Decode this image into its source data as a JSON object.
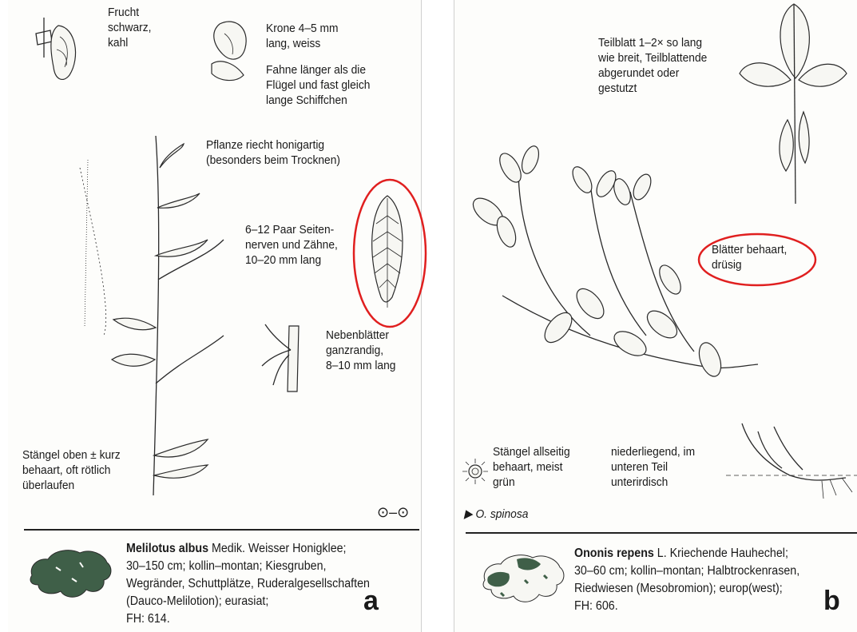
{
  "panel_a": {
    "labels": {
      "frucht": "Frucht\nschwarz,\nkahl",
      "krone": "Krone 4–5 mm\nlang, weiss",
      "fahne": "Fahne länger als die\nFlügel und fast gleich\nlange Schiffchen",
      "pflanze": "Pflanze riecht honigartig\n(besonders beim Trocknen)",
      "seitennerven": "6–12 Paar Seiten-\nnerven und Zähne,\n10–20 mm lang",
      "nebenblaetter": "Nebenblätter\nganzrandig,\n8–10 mm lang",
      "staengel": "Stängel oben ± kurz\nbehaart, oft rötlich\nüberlaufen"
    },
    "lifeform_symbol": "⊙–⊙",
    "species_bold": "Melilotus albus",
    "species_text": " Medik. Weisser Honigklee;",
    "desc_lines": [
      "30–150 cm; kollin–montan; Kiesgruben,",
      "Wegränder, Schuttplätze, Ruderalgesellschaften",
      "(Dauco-Melilotion); eurasiat;",
      "FH: 614."
    ],
    "panel_letter": "a"
  },
  "panel_b": {
    "labels": {
      "teilblatt": "Teilblatt 1–2× so lang\nwie breit, Teilblattende\nabgerundet oder\ngestutzt",
      "blaetter": "Blätter behaart,\ndrüsig",
      "staengel": "Stängel allseitig\nbehaart, meist\ngrün",
      "niederliegend": "niederliegend, im\nunteren Teil\nunterirdisch",
      "spinosa": "▶ O. spinosa"
    },
    "species_bold": "Ononis repens",
    "species_text": " L. Kriechende Hauhechel;",
    "desc_lines": [
      "30–60 cm; kollin–montan; Halbtrockenrasen,",
      "Riedwiesen (Mesobromion); europ(west);",
      "FH: 606."
    ],
    "panel_letter": "b"
  },
  "colors": {
    "highlight": "#e01f1f",
    "map_fill": "#3f5f48"
  }
}
